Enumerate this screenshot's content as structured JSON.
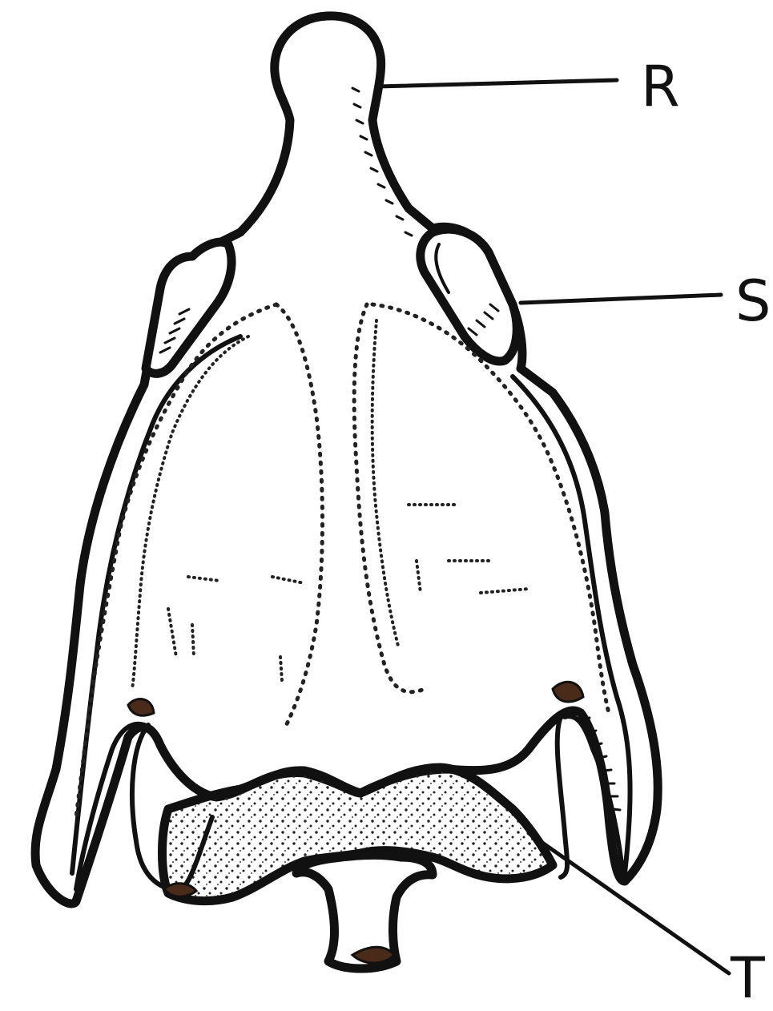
{
  "diagram": {
    "labels": [
      {
        "id": "R",
        "text": "R"
      },
      {
        "id": "S",
        "text": "S"
      },
      {
        "id": "T",
        "text": "T"
      }
    ],
    "colors": {
      "line": "#111111",
      "background": "#ffffff",
      "stain": "#4a2a18"
    }
  }
}
